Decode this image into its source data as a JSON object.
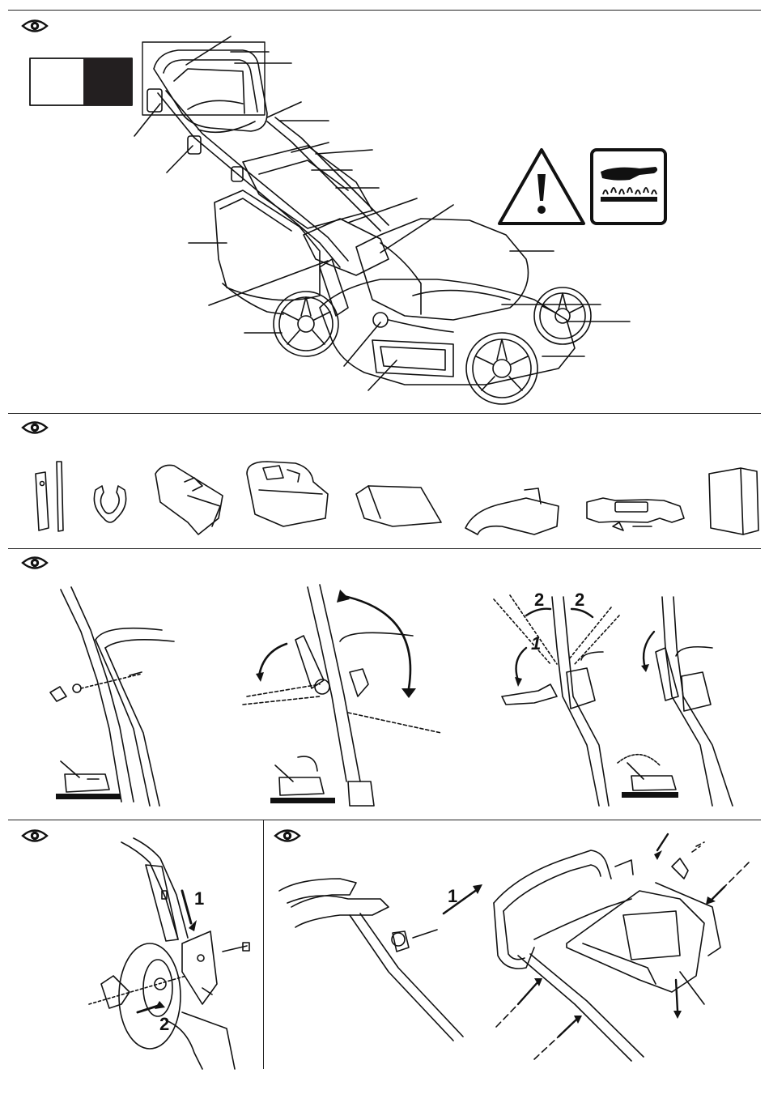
{
  "icons": {
    "section_marker": "eye-icon",
    "warning": "warning-triangle-icon",
    "hot_surface": "hot-surface-hand-icon"
  },
  "colors": {
    "ink": "#111111",
    "paper": "#ffffff",
    "swatch_dark": "#231f20"
  },
  "step_labels": {
    "handle_adjust_a": "2",
    "handle_adjust_b": "2",
    "handle_adjust_c": "1",
    "handle_mount_1": "1",
    "handle_mount_2": "2",
    "grassbox_1": "1"
  }
}
